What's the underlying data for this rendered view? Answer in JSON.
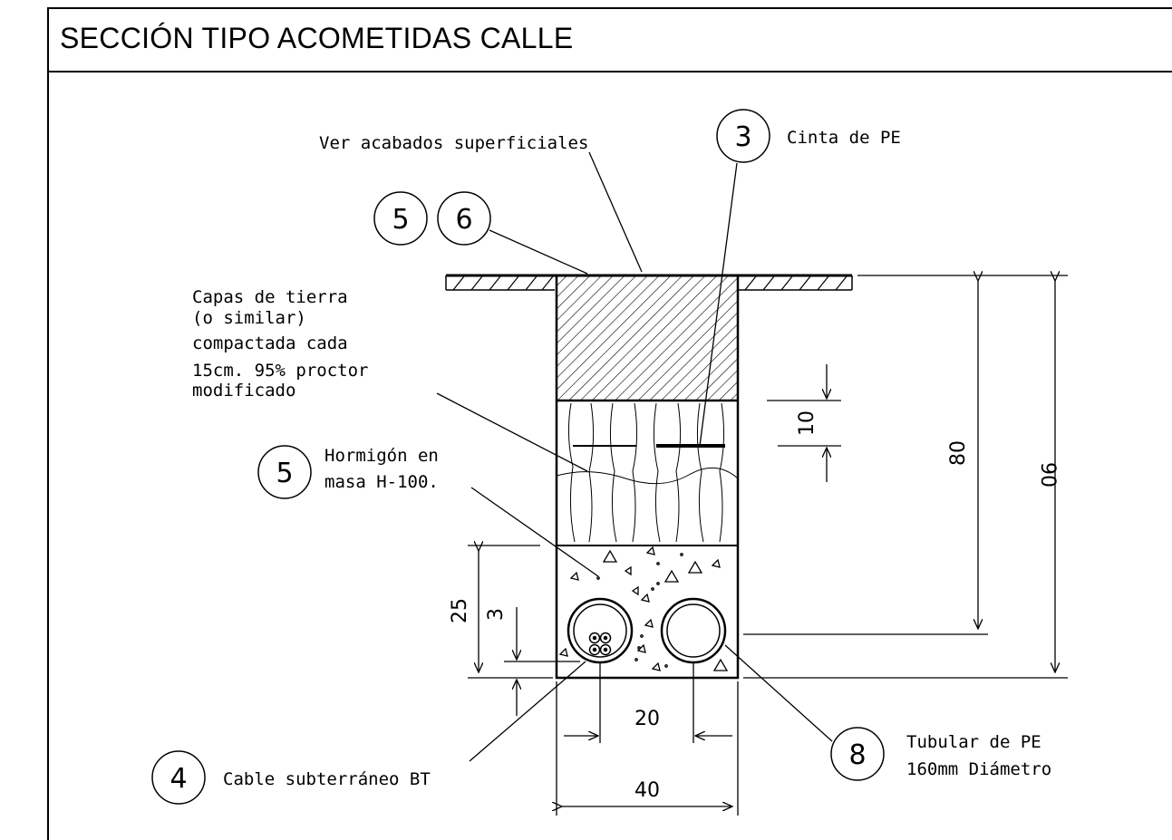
{
  "title": "SECCIÓN TIPO ACOMETIDAS CALLE",
  "callouts": {
    "surface": "Ver acabados superficiales",
    "tape": "Cinta de PE",
    "fill": [
      "Capas de tierra",
      "(o similar)",
      "compactada  cada",
      "15cm. 95% proctor",
      "modificado"
    ],
    "concrete": [
      "Hormigón en",
      "masa H-100."
    ],
    "cable": "Cable subterráneo BT",
    "duct": [
      "Tubular de PE",
      "160mm Diámetro"
    ]
  },
  "markers": {
    "tape": "3",
    "concrete": "5",
    "surface_a": "5",
    "surface_b": "6",
    "cable": "4",
    "duct": "8"
  },
  "dimensions": {
    "tape_depth": "10",
    "depth_to_duct": "80",
    "total_depth": "90",
    "concrete_height": "25",
    "bottom_cover": "3",
    "duct_spacing": "20",
    "trench_width": "40"
  }
}
